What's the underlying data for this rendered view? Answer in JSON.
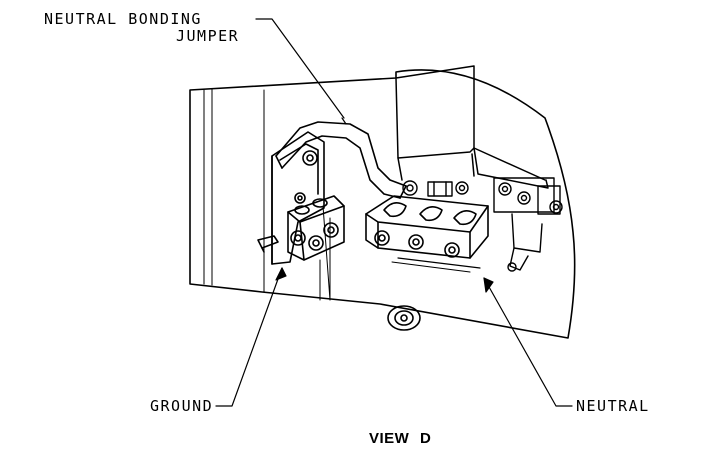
{
  "labels": {
    "bonding_line1": "NEUTRAL BONDING",
    "bonding_line2": "JUMPER",
    "ground": "GROUND",
    "neutral": "NEUTRAL"
  },
  "view_title": "VIEW D"
}
